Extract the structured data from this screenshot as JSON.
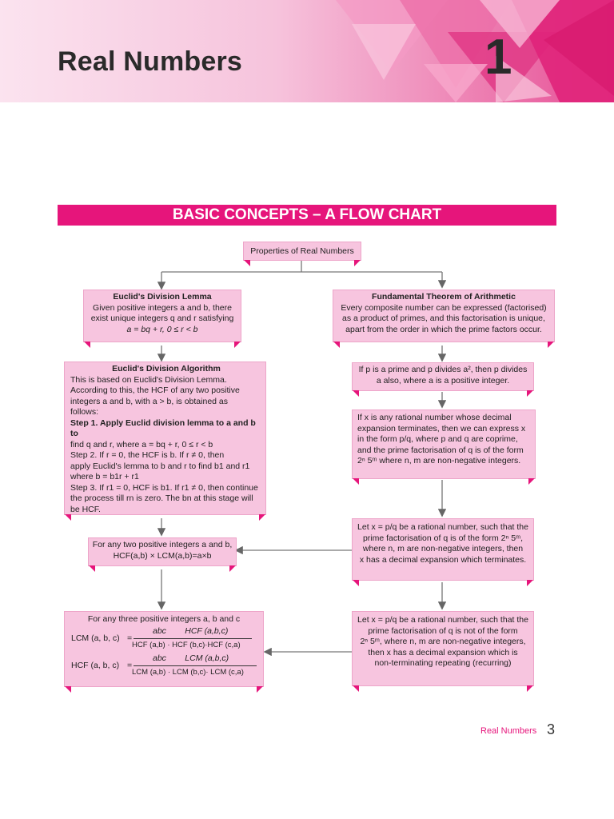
{
  "chapter": {
    "title": "Real Numbers",
    "number": "1"
  },
  "banner": "BASIC CONCEPTS – A FLOW CHART",
  "root": "Properties of Real Numbers",
  "lemma": {
    "title": "Euclid's Division Lemma",
    "lines": [
      "Given positive integers a and b, there",
      "exist unique integers q and r satisfying",
      "a = bq + r, 0 ≤ r < b"
    ]
  },
  "fta": {
    "title": "Fundamental Theorem of Arithmetic",
    "lines": [
      "Every composite number can be expressed (factorised)",
      "as a product of primes, and this factorisation is unique,",
      "apart from the order in which the prime factors occur."
    ]
  },
  "algorithm": {
    "title": "Euclid's Division Algorithm",
    "lines": [
      "This is based on Euclid's Division Lemma.",
      "According to this, the HCF of any two positive",
      "integers a and b, with a > b, is obtained as",
      "follows:",
      "Step 1. Apply Euclid division lemma to a and b to",
      "find q and r, where a = bq + r, 0 ≤ r < b",
      "Step 2.  If r = 0, the HCF is b. If r ≠ 0, then",
      "apply Euclid's lemma to b and r to find b1 and r1",
      "where b = b1r + r1",
      "Step 3. If r1 = 0, HCF is b1.  If r1 ≠ 0, then continue",
      "the process till rn is zero. The bn at this stage will",
      "be HCF."
    ]
  },
  "prime_divides": {
    "lines": [
      "If p is a prime and p divides a², then p divides",
      "a also, where a is a positive integer."
    ]
  },
  "rational_terminating": {
    "lines": [
      "If x is any rational number whose decimal",
      "expansion terminates, then we can express x",
      "in the form p/q, where p and q are coprime,",
      "and the prime factorisation of q is of the form",
      "2ⁿ 5ᵐ where n, m are non-negative integers."
    ]
  },
  "hcf_lcm_two": {
    "lines": [
      "For any two positive integers a and b,",
      "HCF(a,b) × LCM(a,b)=a×b"
    ]
  },
  "let_x_terminating": {
    "lines": [
      "Let x = p/q be a rational number, such that the",
      "prime factorisation of q is of the form 2ⁿ 5ᵐ,",
      "where n, m are non-negative integers, then",
      "x has a decimal expansion which terminates."
    ]
  },
  "hcf_lcm_three": {
    "intro": "For any three positive integers a, b and c",
    "lcm_label": "LCM (a, b, c)",
    "lcm_num": "abc        HCF (a,b,c)",
    "lcm_den": "HCF (a,b) · HCF (b,c)·HCF (c,a)",
    "hcf_label": "HCF (a, b, c)",
    "hcf_num": "abc        LCM (a,b,c)",
    "hcf_den": "LCM (a,b) · LCM (b,c)· LCM (c,a)"
  },
  "let_x_nonterminating": {
    "lines": [
      "Let x = p/q be a rational number, such that the",
      "prime factorisation of q is not of the form",
      "2ⁿ 5ᵐ, where n, m are non-negative integers,",
      "then x has a decimal expansion which is",
      "non-terminating repeating (recurring)"
    ]
  },
  "footer": {
    "label": "Real Numbers",
    "page": "3"
  },
  "colors": {
    "accent": "#e6157b",
    "box": "#f7c5df"
  }
}
